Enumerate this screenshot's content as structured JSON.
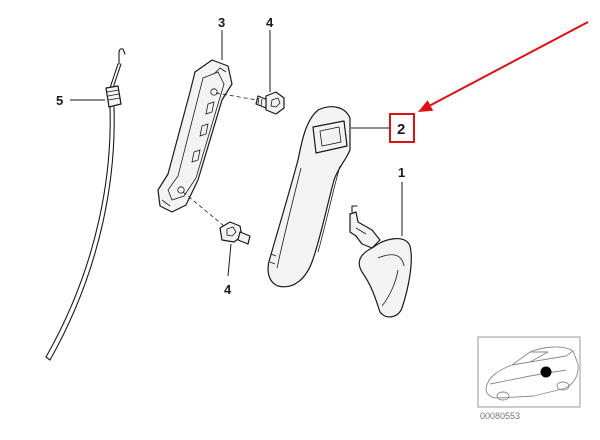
{
  "callouts": {
    "c1": "1",
    "c2": "2",
    "c3": "3",
    "c4_top": "4",
    "c4_bottom": "4",
    "c5": "5"
  },
  "reference_number": "00080553",
  "highlight_color": "#e01010",
  "icons": {
    "location_marker": "car-location-icon",
    "pointer": "arrow-icon"
  }
}
